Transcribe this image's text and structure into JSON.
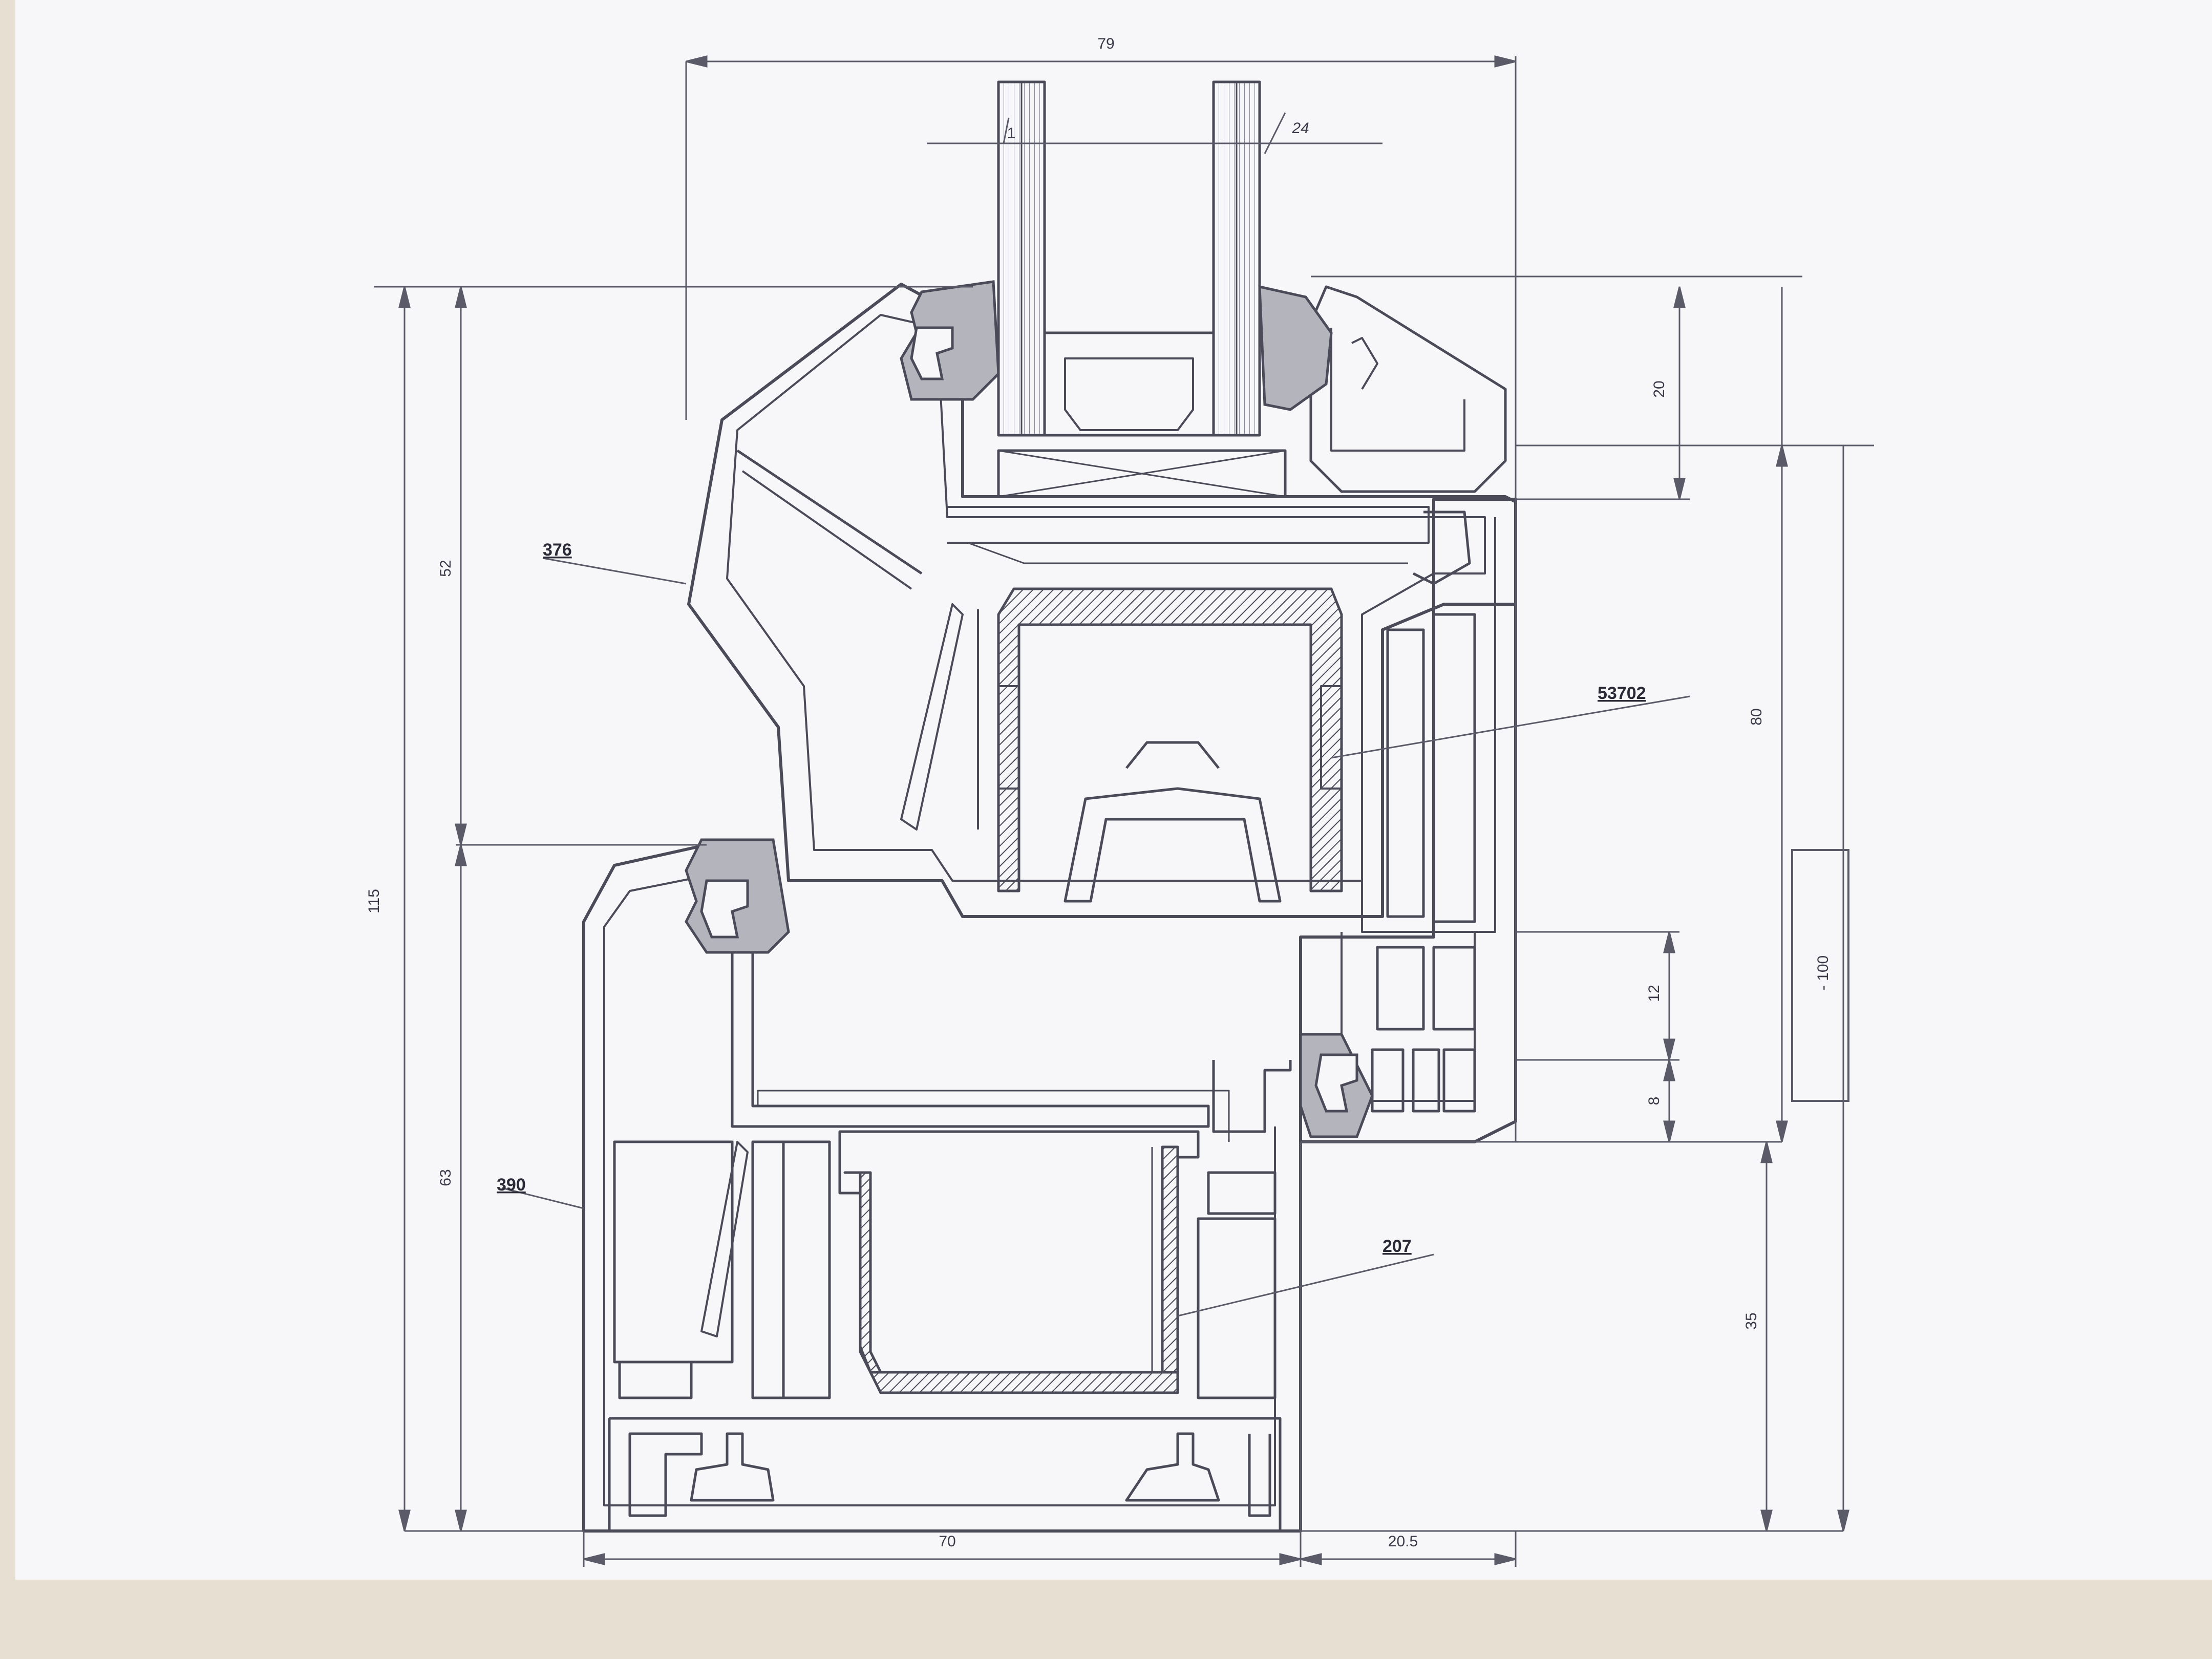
{
  "colors": {
    "paper": "#f7f7f9",
    "background": "#e6dfd2",
    "line": "#4a4a58",
    "gasket": "#8c8c96",
    "steel": "#6a6a74"
  },
  "dimensions": {
    "top_width": "79",
    "glass_thickness": "24",
    "glass_small": "1",
    "glass_rebate": "20",
    "sash_height": "52",
    "total_height": "115",
    "frame_height": "63",
    "visible_height": "80",
    "step_12": "12",
    "step_8": "8",
    "lower_height": "35",
    "box_label": "- 100",
    "frame_width": "70",
    "overlap_width": "20.5"
  },
  "labels": {
    "sash_profile": "376",
    "sash_reinforcement": "53702",
    "frame_profile": "390",
    "frame_reinforcement": "207"
  }
}
